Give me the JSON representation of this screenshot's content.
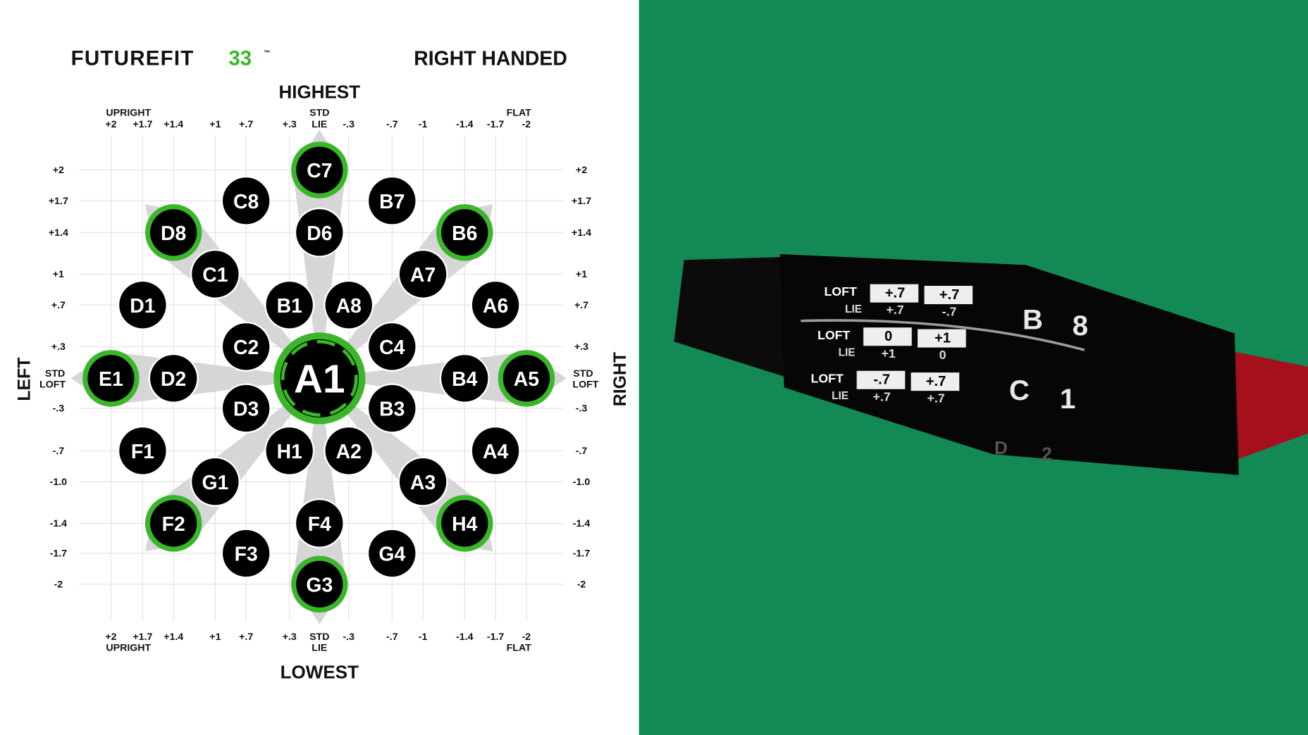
{
  "brand": {
    "name": "FUTUREFIT",
    "suffix": "33",
    "tm": "™",
    "accent": "#3bb62a"
  },
  "handedness": "RIGHT HANDED",
  "labels": {
    "top": "HIGHEST",
    "bottom": "LOWEST",
    "left": "LEFT",
    "right": "RIGHT",
    "upright": "UPRIGHT",
    "flat": "FLAT",
    "std_lie_1": "STD",
    "std_lie_2": "LIE",
    "std_loft_1": "STD",
    "std_loft_2": "LOFT"
  },
  "lie_ticks": [
    "+2",
    "+1.7",
    "+1.4",
    "+1",
    "+.7",
    "+.3",
    "",
    "-.3",
    "-.7",
    "-1",
    "-1.4",
    "-1.7",
    "-2"
  ],
  "loft_ticks": [
    "+2",
    "+1.7",
    "+1.4",
    "+1",
    "+.7",
    "+.3",
    "",
    "-.3",
    "-.7",
    "-1.0",
    "-1.4",
    "-1.7",
    "-2"
  ],
  "settings": [
    {
      "id": "C7",
      "lie": "0",
      "loft": "+2",
      "highlight": true
    },
    {
      "id": "C8",
      "lie": "+.7",
      "loft": "+1.7",
      "highlight": false
    },
    {
      "id": "B7",
      "lie": "-.7",
      "loft": "+1.7",
      "highlight": false
    },
    {
      "id": "D8",
      "lie": "+1.4",
      "loft": "+1.4",
      "highlight": true
    },
    {
      "id": "D6",
      "lie": "0",
      "loft": "+1.4",
      "highlight": false
    },
    {
      "id": "B6",
      "lie": "-1.4",
      "loft": "+1.4",
      "highlight": true
    },
    {
      "id": "C1",
      "lie": "+1",
      "loft": "+1",
      "highlight": false
    },
    {
      "id": "A7",
      "lie": "-1",
      "loft": "+1",
      "highlight": false
    },
    {
      "id": "D1",
      "lie": "+1.7",
      "loft": "+.7",
      "highlight": false
    },
    {
      "id": "B1",
      "lie": "+.3",
      "loft": "+.7",
      "highlight": false
    },
    {
      "id": "A8",
      "lie": "-.3",
      "loft": "+.7",
      "highlight": false
    },
    {
      "id": "A6",
      "lie": "-1.7",
      "loft": "+.7",
      "highlight": false
    },
    {
      "id": "C2",
      "lie": "+.7",
      "loft": "+.3",
      "highlight": false
    },
    {
      "id": "C4",
      "lie": "-.7",
      "loft": "+.3",
      "highlight": false
    },
    {
      "id": "E1",
      "lie": "+2",
      "loft": "0",
      "highlight": true
    },
    {
      "id": "D2",
      "lie": "+1.4",
      "loft": "0",
      "highlight": false
    },
    {
      "id": "B4",
      "lie": "-1.4",
      "loft": "0",
      "highlight": false
    },
    {
      "id": "A5",
      "lie": "-2",
      "loft": "0",
      "highlight": true
    },
    {
      "id": "D3",
      "lie": "+.7",
      "loft": "-.3",
      "highlight": false
    },
    {
      "id": "B3",
      "lie": "-.7",
      "loft": "-.3",
      "highlight": false
    },
    {
      "id": "F1",
      "lie": "+1.7",
      "loft": "-.7",
      "highlight": false
    },
    {
      "id": "H1",
      "lie": "+.3",
      "loft": "-.7",
      "highlight": false
    },
    {
      "id": "A2",
      "lie": "-.3",
      "loft": "-.7",
      "highlight": false
    },
    {
      "id": "A4",
      "lie": "-1.7",
      "loft": "-.7",
      "highlight": false
    },
    {
      "id": "G1",
      "lie": "+1",
      "loft": "-1.0",
      "highlight": false
    },
    {
      "id": "A3",
      "lie": "-1",
      "loft": "-1.0",
      "highlight": false
    },
    {
      "id": "F2",
      "lie": "+1.4",
      "loft": "-1.4",
      "highlight": true
    },
    {
      "id": "F4",
      "lie": "0",
      "loft": "-1.4",
      "highlight": false
    },
    {
      "id": "H4",
      "lie": "-1.4",
      "loft": "-1.4",
      "highlight": true
    },
    {
      "id": "F3",
      "lie": "+.7",
      "loft": "-1.7",
      "highlight": false
    },
    {
      "id": "G4",
      "lie": "-.7",
      "loft": "-1.7",
      "highlight": false
    },
    {
      "id": "G3",
      "lie": "0",
      "loft": "-2",
      "highlight": true
    },
    {
      "id": "A1",
      "lie": "0",
      "loft": "0",
      "highlight": true,
      "center": true
    }
  ],
  "photo": {
    "background": "#138a55",
    "adapter_rows": [
      {
        "loft_label": "LOFT",
        "loft": "+.7",
        "lie_label": "LIE",
        "lie": "+.7",
        "loft2": "+.7",
        "lie2": "-.7"
      },
      {
        "loft_label": "LOFT",
        "loft": "0",
        "lie_label": "LIE",
        "lie": "+1",
        "loft2": "+1",
        "lie2": "0"
      },
      {
        "loft_label": "LOFT",
        "loft": "-.7",
        "lie_label": "LIE",
        "lie": "+.7",
        "loft2": "+.7",
        "lie2": "+.7"
      }
    ],
    "sleeve_marks": [
      "B",
      "8",
      "C",
      "1",
      "D",
      "2"
    ]
  }
}
